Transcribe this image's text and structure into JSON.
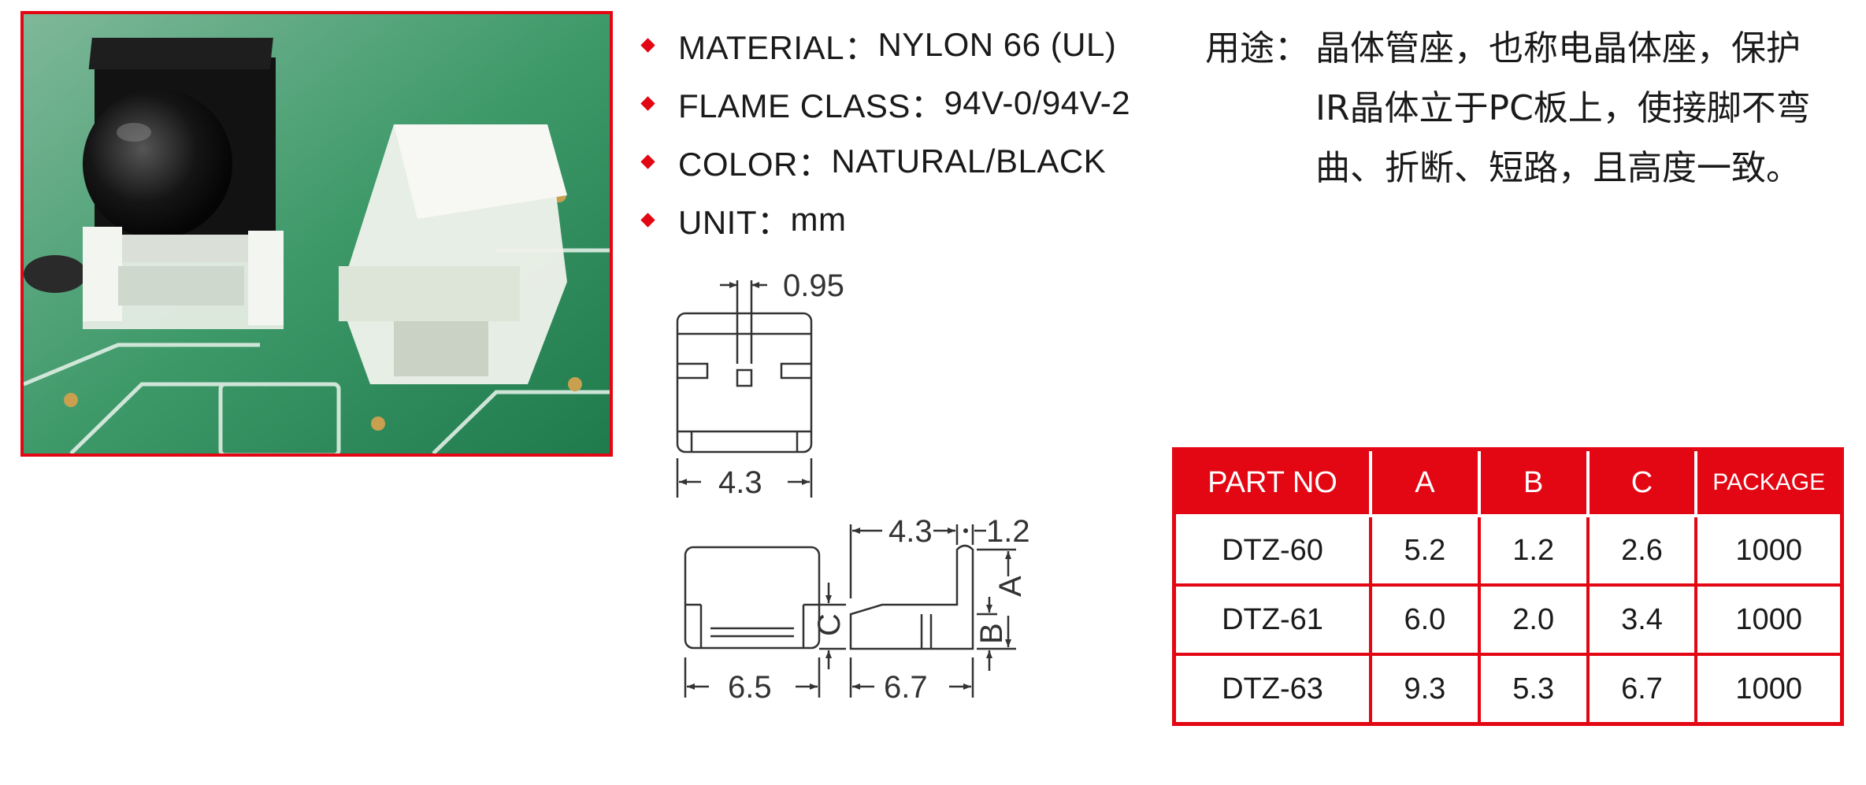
{
  "specs": [
    {
      "label": "MATERIAL：",
      "value": "NYLON 66 (UL)"
    },
    {
      "label": "FLAME CLASS：",
      "value": "94V-0/94V-2"
    },
    {
      "label": "COLOR：",
      "value": "NATURAL/BLACK"
    },
    {
      "label": "UNIT：",
      "value": "mm"
    }
  ],
  "usage": {
    "label": "用途：",
    "lines": [
      "晶体管座，也称电晶体座，保护",
      "IR晶体立于PC板上，使接脚不弯",
      "曲、折断、短路，且高度一致。"
    ]
  },
  "drawing": {
    "top_view": {
      "gap": "0.95",
      "width": "4.3"
    },
    "front_view": {
      "width": "6.5"
    },
    "side_view": {
      "depth": "4.3",
      "wall": "1.2",
      "length": "6.7",
      "height_a": "A",
      "height_b": "B",
      "height_c": "C"
    }
  },
  "table": {
    "headers": [
      "PART NO",
      "A",
      "B",
      "C",
      "PACKAGE"
    ],
    "rows": [
      [
        "DTZ-60",
        "5.2",
        "1.2",
        "2.6",
        "1000"
      ],
      [
        "DTZ-61",
        "6.0",
        "2.0",
        "3.4",
        "1000"
      ],
      [
        "DTZ-63",
        "9.3",
        "5.3",
        "6.7",
        "1000"
      ]
    ]
  },
  "colors": {
    "accent": "#e30613",
    "pcb_green": "#2f8f5a"
  }
}
